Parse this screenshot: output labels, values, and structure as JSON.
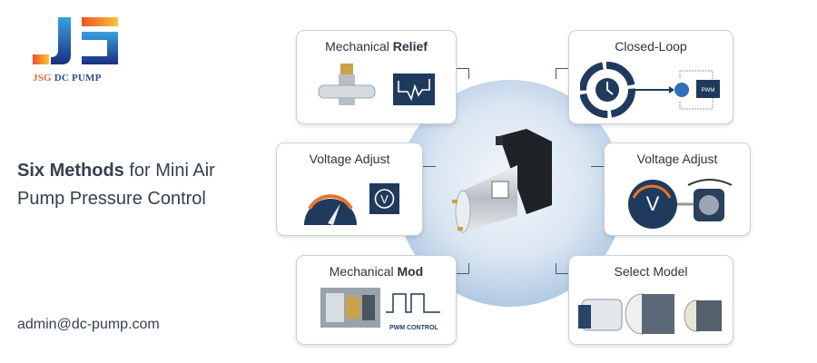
{
  "brand": {
    "logo_letters": "JS",
    "name_part1": "JSG",
    "name_part2": "DC PUMP"
  },
  "headline": {
    "bold": "Six Methods",
    "rest": " for Mini Air Pump Pressure Control"
  },
  "email": "admin@dc-pump.com",
  "cards": [
    {
      "title_normal": "Mechanical ",
      "title_bold": "Relief"
    },
    {
      "title_normal": "Closed-Loop",
      "title_bold": ""
    },
    {
      "title_normal": "Voltage Adjust",
      "title_bold": ""
    },
    {
      "title_normal": "Voltage Adjust",
      "title_bold": ""
    },
    {
      "title_normal": "Mechanical ",
      "title_bold": "Mod"
    },
    {
      "title_normal": "Select Model",
      "title_bold": ""
    }
  ],
  "labels": {
    "pwm": "PWM",
    "pwm_control": "PWM CONTROL",
    "volt": "V"
  },
  "colors": {
    "navy": "#1f3a5c",
    "accent_orange": "#e8742a",
    "accent_blue": "#2f6fb6"
  }
}
